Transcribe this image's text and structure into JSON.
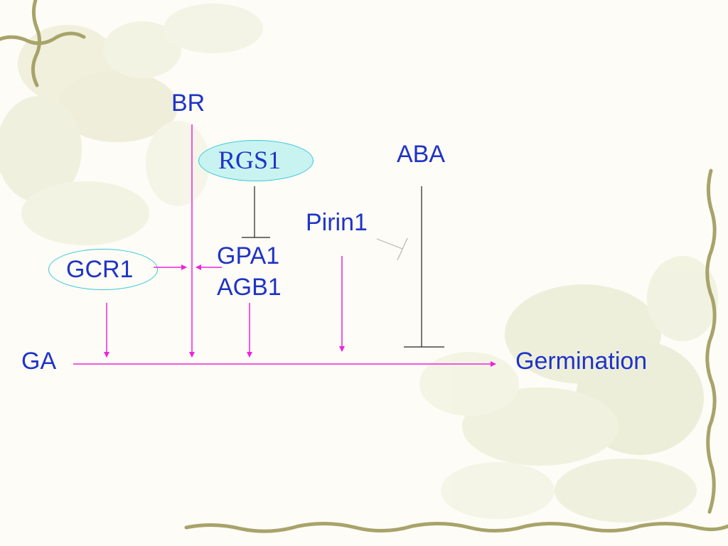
{
  "diagram": {
    "nodes": {
      "br": "BR",
      "rgs1": "RGS1",
      "aba": "ABA",
      "pirin1": "Pirin1",
      "gpa1": "GPA1",
      "agb1": "AGB1",
      "gcr1": "GCR1",
      "ga": "GA",
      "germination": "Germination"
    }
  },
  "colors": {
    "text": "#1f33c7",
    "activation_arrow": "#ee22dd",
    "inhibition": "#222222",
    "ellipse_fill": "#c8f3f1",
    "ellipse_stroke": "#37c9d8"
  }
}
